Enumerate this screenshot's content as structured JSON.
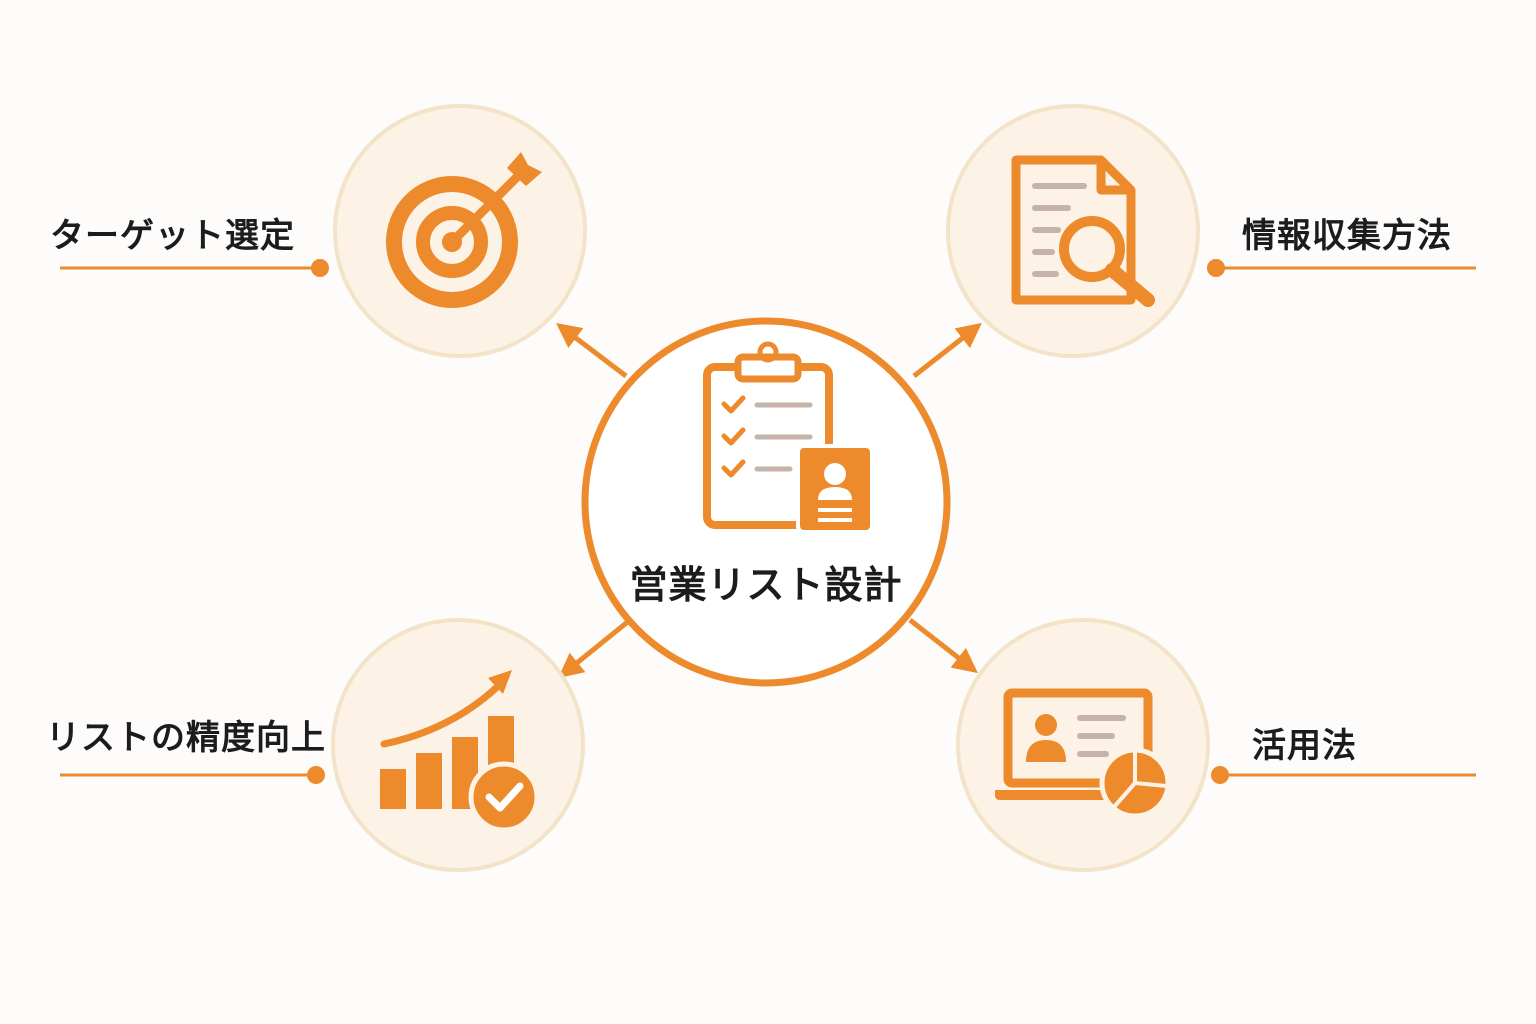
{
  "center": {
    "title": "営業リスト設計",
    "icon": "clipboard-profile-icon"
  },
  "nodes": [
    {
      "id": "target",
      "label": "ターゲット選定",
      "icon": "target-arrow-icon"
    },
    {
      "id": "info",
      "label": "情報収集方法",
      "icon": "document-search-icon"
    },
    {
      "id": "accuracy",
      "label": "リストの精度向上",
      "icon": "growth-chart-check-icon"
    },
    {
      "id": "usage",
      "label": "活用法",
      "icon": "laptop-profile-chart-icon"
    }
  ],
  "colors": {
    "accent": "#ec8a2c",
    "circle_fill": "#fcf3e6",
    "circle_ring": "#f3e3c9",
    "muted_line": "#c4b3a6",
    "text": "#1c1c1c",
    "background": "#fdfcfa"
  }
}
